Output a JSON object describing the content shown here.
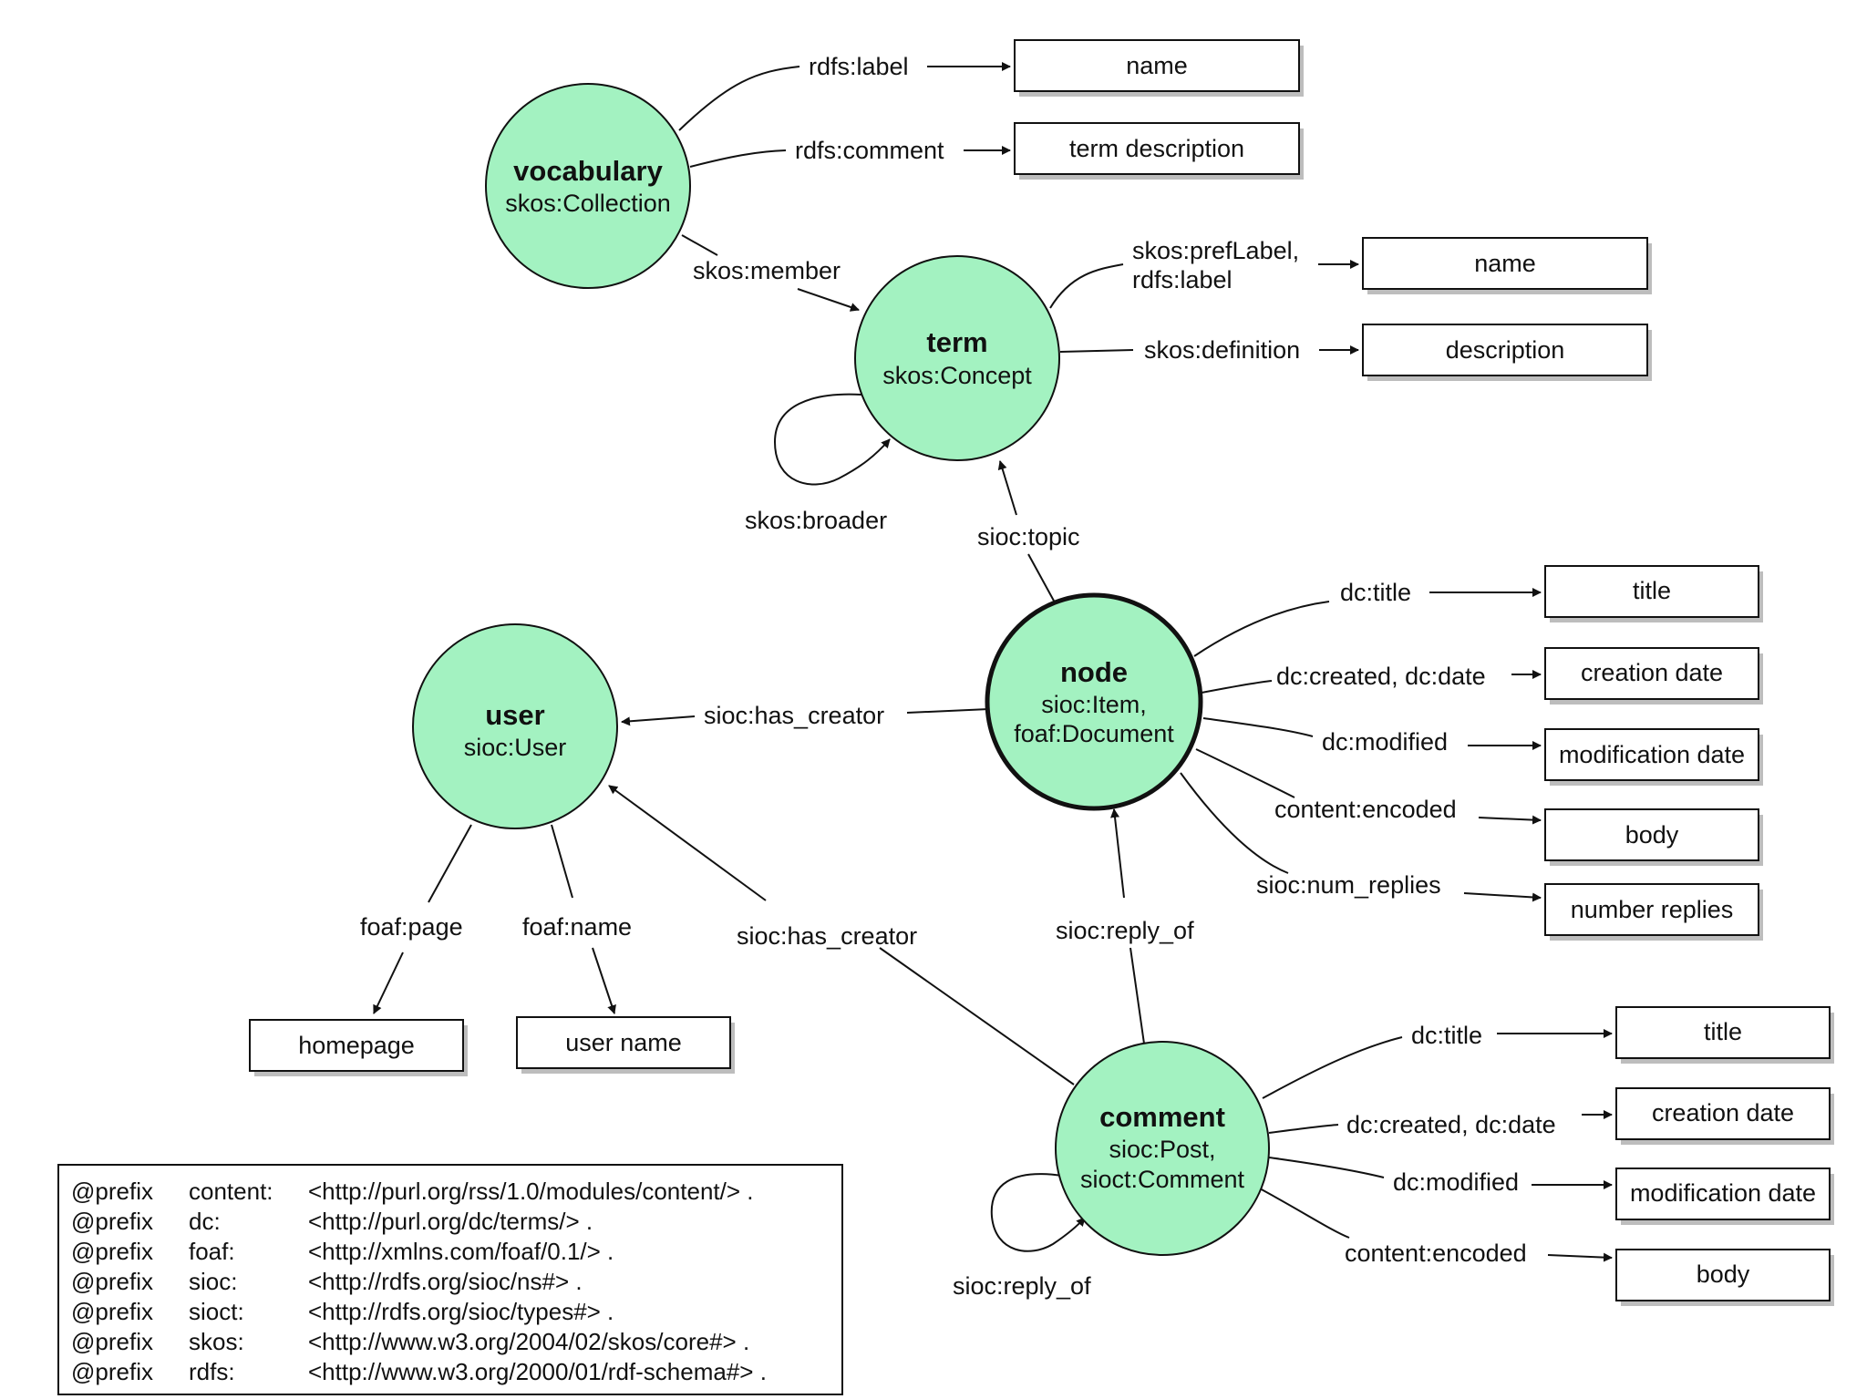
{
  "nodes": {
    "vocabulary": {
      "title": "vocabulary",
      "type": "skos:Collection"
    },
    "term": {
      "title": "term",
      "type": "skos:Concept"
    },
    "node": {
      "title": "node",
      "type1": "sioc:Item,",
      "type2": "foaf:Document"
    },
    "user": {
      "title": "user",
      "type": "sioc:User"
    },
    "comment": {
      "title": "comment",
      "type1": "sioc:Post,",
      "type2": "sioct:Comment"
    }
  },
  "edges": {
    "vocab_label": "rdfs:label",
    "vocab_comment": "rdfs:comment",
    "vocab_member": "skos:member",
    "term_pref_1": "skos:prefLabel,",
    "term_pref_2": "rdfs:label",
    "term_definition": "skos:definition",
    "term_broader": "skos:broader",
    "node_topic": "sioc:topic",
    "node_title": "dc:title",
    "node_created": "dc:created, dc:date",
    "node_modified": "dc:modified",
    "node_encoded": "content:encoded",
    "node_replies": "sioc:num_replies",
    "node_creator": "sioc:has_creator",
    "user_page": "foaf:page",
    "user_name": "foaf:name",
    "comment_creator": "sioc:has_creator",
    "comment_reply_node": "sioc:reply_of",
    "comment_title": "dc:title",
    "comment_created": "dc:created, dc:date",
    "comment_modified": "dc:modified",
    "comment_encoded": "content:encoded",
    "comment_reply_self": "sioc:reply_of"
  },
  "literals": {
    "vocab_name": "name",
    "vocab_desc": "term description",
    "term_name": "name",
    "term_desc": "description",
    "node_title": "title",
    "node_created": "creation date",
    "node_modified": "modification date",
    "node_body": "body",
    "node_replies": "number replies",
    "user_homepage": "homepage",
    "user_name": "user name",
    "comment_title": "title",
    "comment_created": "creation date",
    "comment_modified": "modification date",
    "comment_body": "body"
  },
  "prefixes": [
    {
      "keyword": "@prefix",
      "name": "content:",
      "uri": "<http://purl.org/rss/1.0/modules/content/> ."
    },
    {
      "keyword": "@prefix",
      "name": "dc:",
      "uri": "<http://purl.org/dc/terms/> ."
    },
    {
      "keyword": "@prefix",
      "name": "foaf:",
      "uri": "<http://xmlns.com/foaf/0.1/> ."
    },
    {
      "keyword": "@prefix",
      "name": "sioc:",
      "uri": "<http://rdfs.org/sioc/ns#> ."
    },
    {
      "keyword": "@prefix",
      "name": "sioct:",
      "uri": "<http://rdfs.org/sioc/types#> ."
    },
    {
      "keyword": "@prefix",
      "name": "skos:",
      "uri": "<http://www.w3.org/2004/02/skos/core#> ."
    },
    {
      "keyword": "@prefix",
      "name": "rdfs:",
      "uri": "<http://www.w3.org/2000/01/rdf-schema#> ."
    }
  ],
  "colors": {
    "node_fill": "#a3f2c1",
    "stroke": "#111111"
  }
}
